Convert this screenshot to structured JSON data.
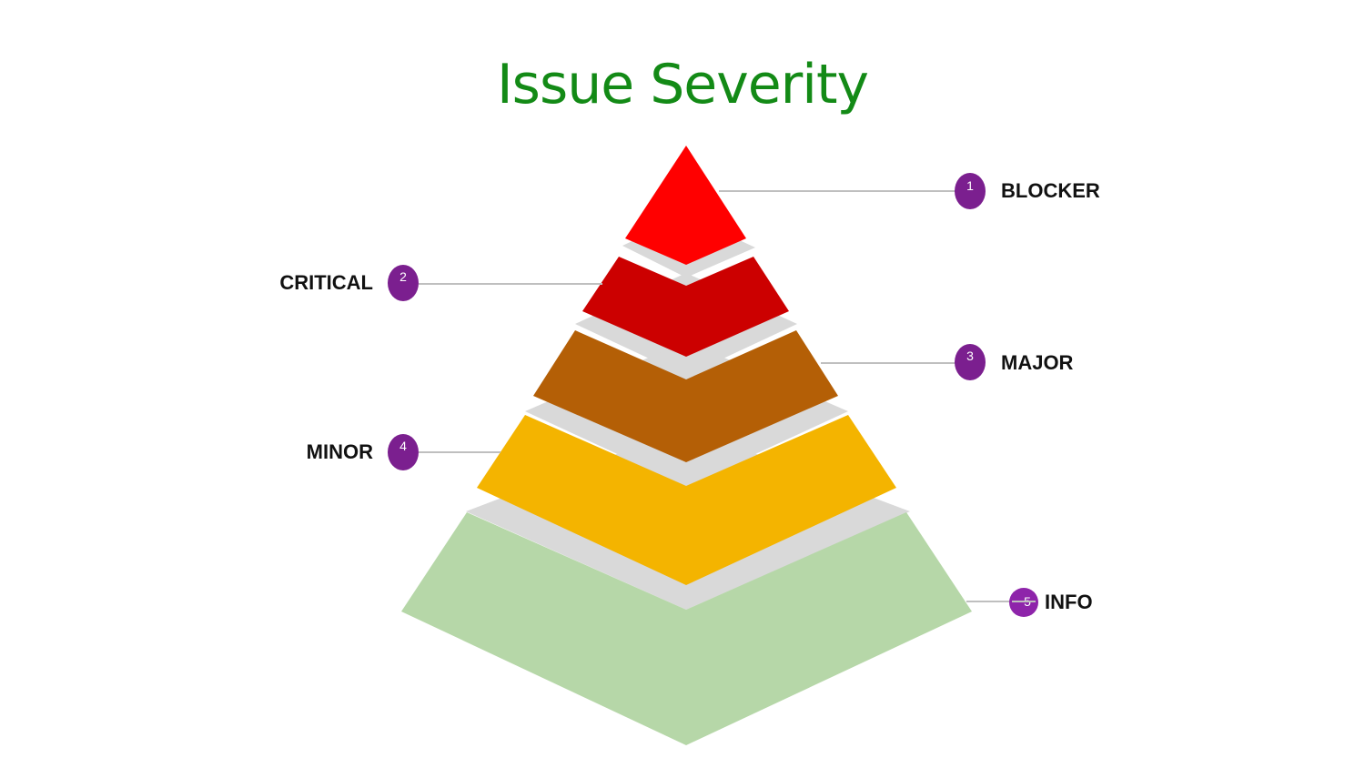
{
  "title": "Issue Severity",
  "colors": {
    "title": "#138a16",
    "badge": "#7b1f8f",
    "badge_info": "#8e24aa",
    "separator": "#d9d9d9",
    "leader_line": "#bfbfbf"
  },
  "levels": [
    {
      "number": "1",
      "label": "BLOCKER",
      "color": "#ff0000"
    },
    {
      "number": "2",
      "label": "CRITICAL",
      "color": "#cc0000"
    },
    {
      "number": "3",
      "label": "MAJOR",
      "color": "#b45f06"
    },
    {
      "number": "4",
      "label": "MINOR",
      "color": "#f4b400"
    },
    {
      "number": "5",
      "label": "INFO",
      "color": "#b6d7a8"
    }
  ]
}
